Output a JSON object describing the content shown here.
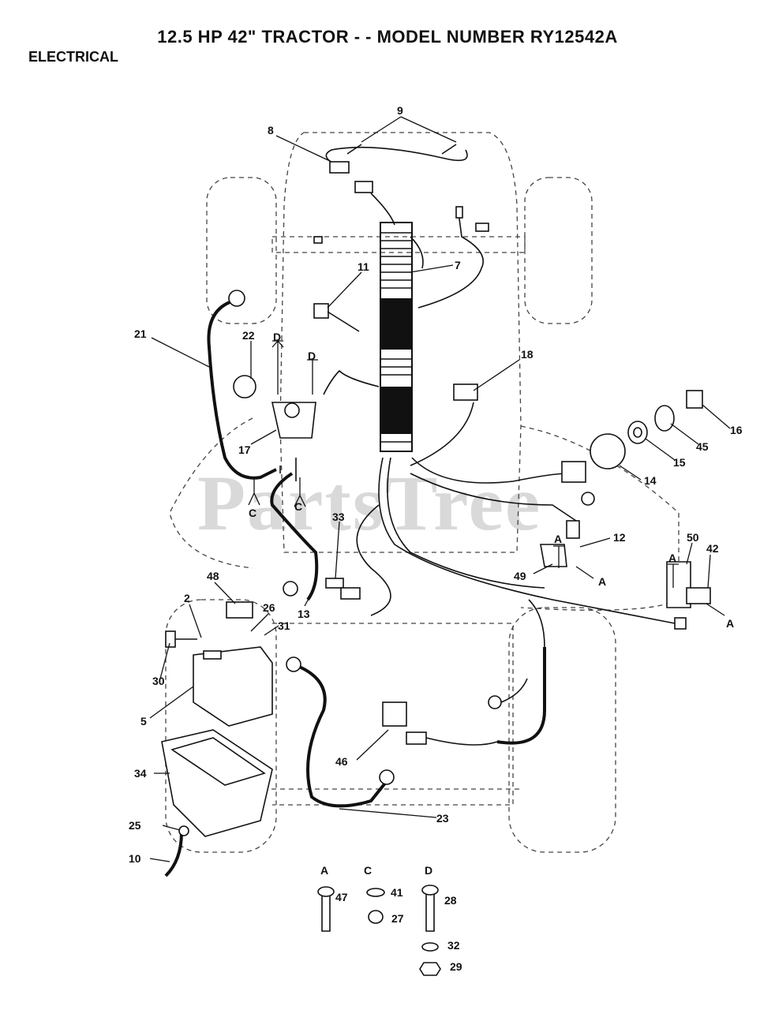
{
  "header": {
    "title": "12.5 HP 42\" TRACTOR - - MODEL NUMBER RY12542A",
    "section": "ELECTRICAL"
  },
  "watermark": "PartsTree",
  "callouts": [
    "9",
    "8",
    "7",
    "11",
    "22",
    "21",
    "18",
    "16",
    "45",
    "15",
    "14",
    "17",
    "12",
    "50",
    "42",
    "49",
    "33",
    "13",
    "48",
    "2",
    "26",
    "31",
    "30",
    "5",
    "34",
    "25",
    "10",
    "46",
    "23",
    "47",
    "41",
    "27",
    "28",
    "32",
    "29"
  ],
  "hardware_legend": {
    "A": [
      "47"
    ],
    "C": [
      "41",
      "27"
    ],
    "D": [
      "28",
      "32",
      "29"
    ]
  },
  "markers": {
    "a": "A",
    "c": "C",
    "d": "D"
  }
}
